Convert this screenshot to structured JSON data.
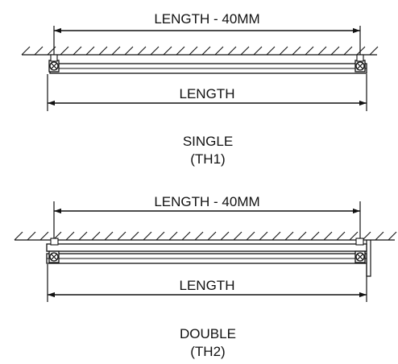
{
  "single": {
    "dim_top": "LENGTH - 40MM",
    "dim_bottom": "LENGTH",
    "caption_line1": "SINGLE",
    "caption_line2": "(TH1)"
  },
  "double": {
    "dim_top": "LENGTH - 40MM",
    "dim_bottom": "LENGTH",
    "caption_line1": "DOUBLE",
    "caption_line2": "(TH2)"
  },
  "colors": {
    "line": "#111111",
    "background": "#ffffff"
  }
}
